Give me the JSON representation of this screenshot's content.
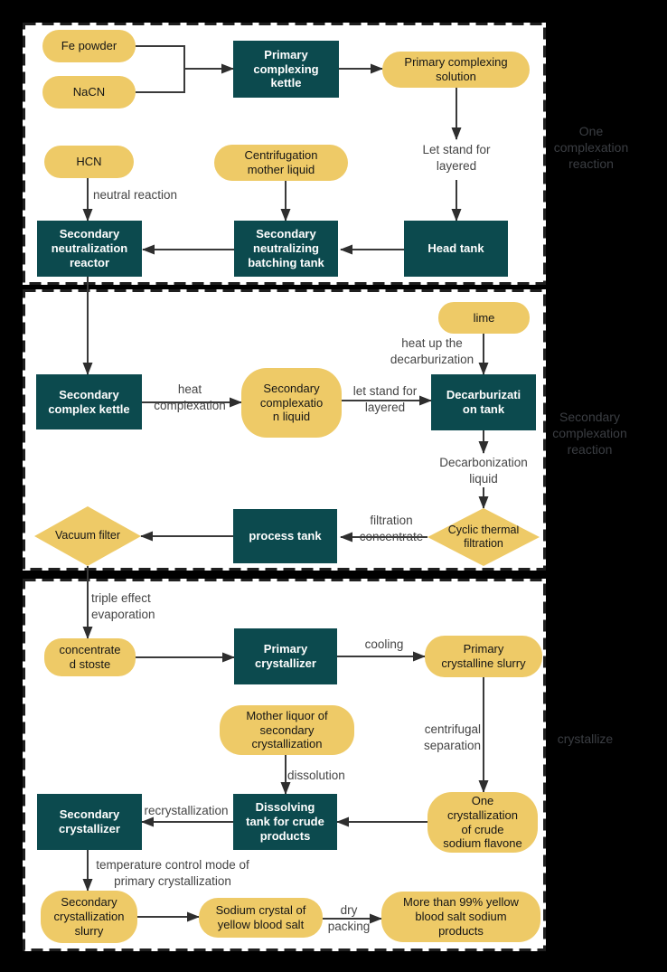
{
  "colors": {
    "canvas_bg": "#000000",
    "panel_bg": "#FFFFFF",
    "panel_border": "#1F1F1F",
    "node_teal": "#0C4A4E",
    "node_yellow": "#EECA67",
    "line": "#3A3A3A",
    "arrow": "#2E2E2E",
    "edge_text": "#454545",
    "side_text": "#3B3E43"
  },
  "sections": {
    "one_complexation": {
      "side_label": "One\ncomplexation\nreaction"
    },
    "secondary_complexation": {
      "side_label": "Secondary\ncomplexation\nreaction"
    },
    "crystallize": {
      "side_label": "crystallize"
    }
  },
  "nodes": {
    "fe_powder": "Fe powder",
    "nacn": "NaCN",
    "primary_complexing_kettle": "Primary\ncomplexing\nkettle",
    "primary_complexing_solution": "Primary complexing\nsolution",
    "hcn": "HCN",
    "centrifugation_mother_liquid": "Centrifugation\nmother liquid",
    "secondary_neutralization_reactor": "Secondary\nneutralization\nreactor",
    "secondary_neutralizing_batching_tank": "Secondary\nneutralizing\nbatching tank",
    "head_tank": "Head tank",
    "secondary_complex_kettle": "Secondary\ncomplex kettle",
    "secondary_complexation_liquid": "Secondary\ncomplexatio\nn liquid",
    "lime": "lime",
    "decarburization_tank": "Decarburizati\non tank",
    "cyclic_thermal_filtration": "Cyclic thermal\nfiltration",
    "process_tank": "process tank",
    "vacuum_filter": "Vacuum filter",
    "concentrated_stoste": "concentrate\nd stoste",
    "primary_crystallizer": "Primary\ncrystallizer",
    "primary_crystalline_slurry": "Primary\ncrystalline slurry",
    "mother_liquor_secondary_crystallization": "Mother liquor of\nsecondary\ncrystallization",
    "one_crystallization_crude_sodium_flavone": "One\ncrystallization\nof crude\nsodium flavone",
    "dissolving_tank_crude_products": "Dissolving\ntank for crude\nproducts",
    "secondary_crystallizer": "Secondary\ncrystallizer",
    "secondary_crystallization_slurry": "Secondary\ncrystallization\nslurry",
    "sodium_crystal_yellow_blood_salt": "Sodium crystal of\nyellow blood salt",
    "final_product": "More than 99% yellow\nblood salt sodium\nproducts"
  },
  "edge_labels": {
    "neutral_reaction": "neutral reaction",
    "let_stand_layered_1": "Let stand for\nlayered",
    "heat_complexation": "heat\ncomplexation",
    "let_stand_layered_2": "let stand for\nlayered",
    "heat_up_decarburization": "heat up the\ndecarburization",
    "decarbonization_liquid": "Decarbonization\nliquid",
    "filtration_concentrate": "filtration\nconcentrate",
    "triple_effect_evaporation": "triple effect\nevaporation",
    "cooling": "cooling",
    "centrifugal_separation": "centrifugal\nseparation",
    "dissolution": "dissolution",
    "recrystallization": "recrystallization",
    "temperature_control": "temperature control mode of\nprimary crystallization",
    "dry_packing": "dry\npacking"
  }
}
